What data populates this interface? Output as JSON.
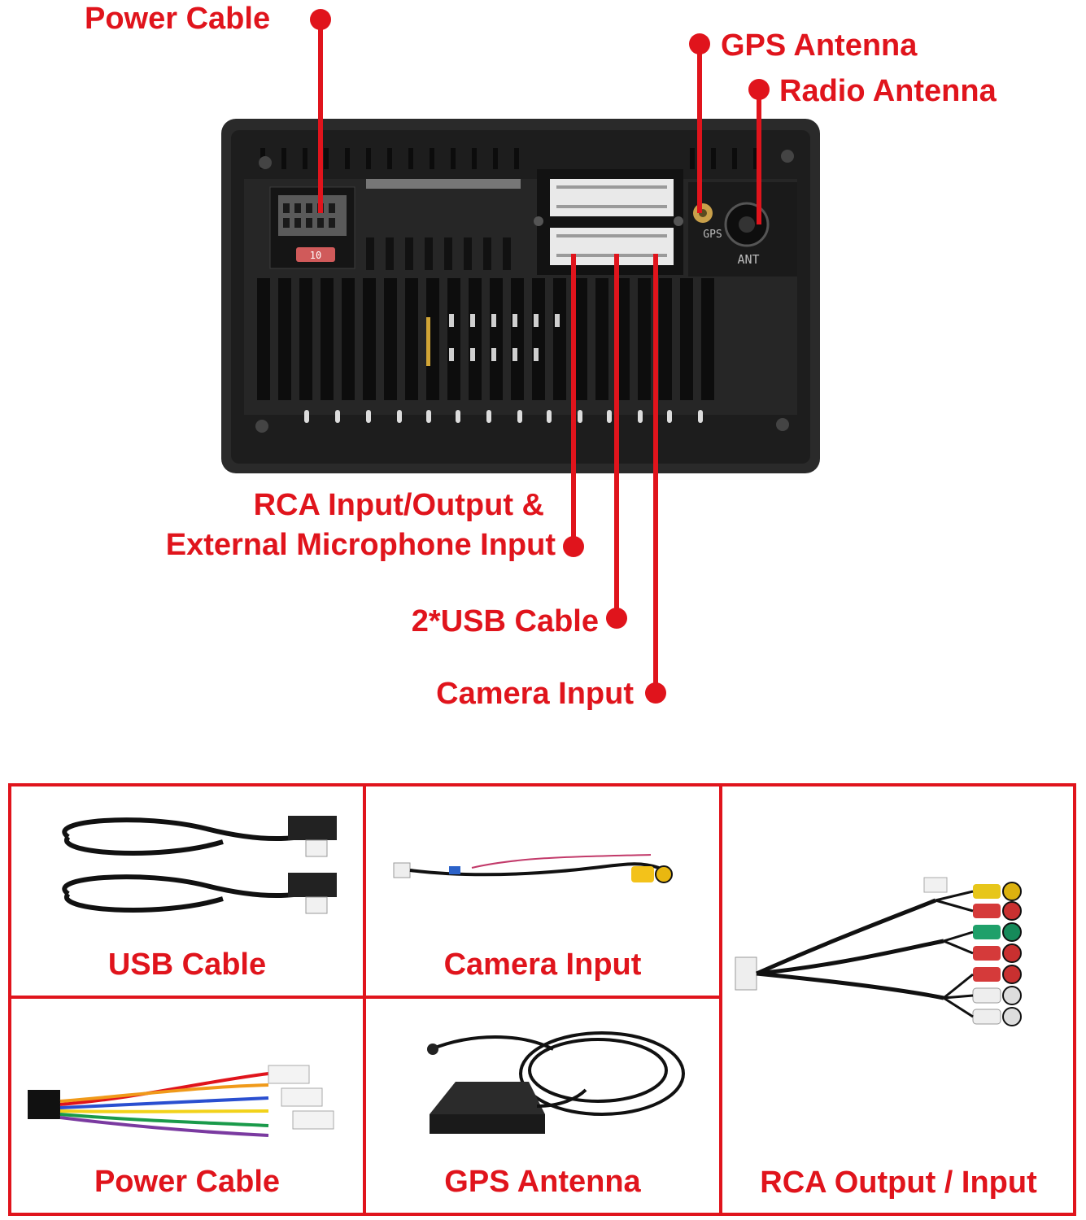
{
  "callouts": {
    "power_cable": "Power Cable",
    "gps_antenna": "GPS Antenna",
    "radio_antenna": "Radio Antenna",
    "rca_line1": "RCA Input/Output &",
    "rca_line2": "External Microphone Input",
    "usb_cable": "2*USB Cable",
    "camera_input": "Camera Input"
  },
  "unit_markings": {
    "gps": "GPS",
    "ant": "ANT",
    "fuse": "10"
  },
  "accessories": [
    {
      "label": "USB Cable",
      "icon": "usb-cable-icon"
    },
    {
      "label": "Camera Input",
      "icon": "camera-cable-icon"
    },
    {
      "label": "RCA Output / Input",
      "icon": "rca-cable-icon"
    },
    {
      "label": "Power Cable",
      "icon": "power-harness-icon"
    },
    {
      "label": "GPS Antenna",
      "icon": "gps-antenna-icon"
    }
  ],
  "colors": {
    "accent": "#e0141c",
    "unit_body": "#1c1c1c",
    "background": "#ffffff"
  }
}
